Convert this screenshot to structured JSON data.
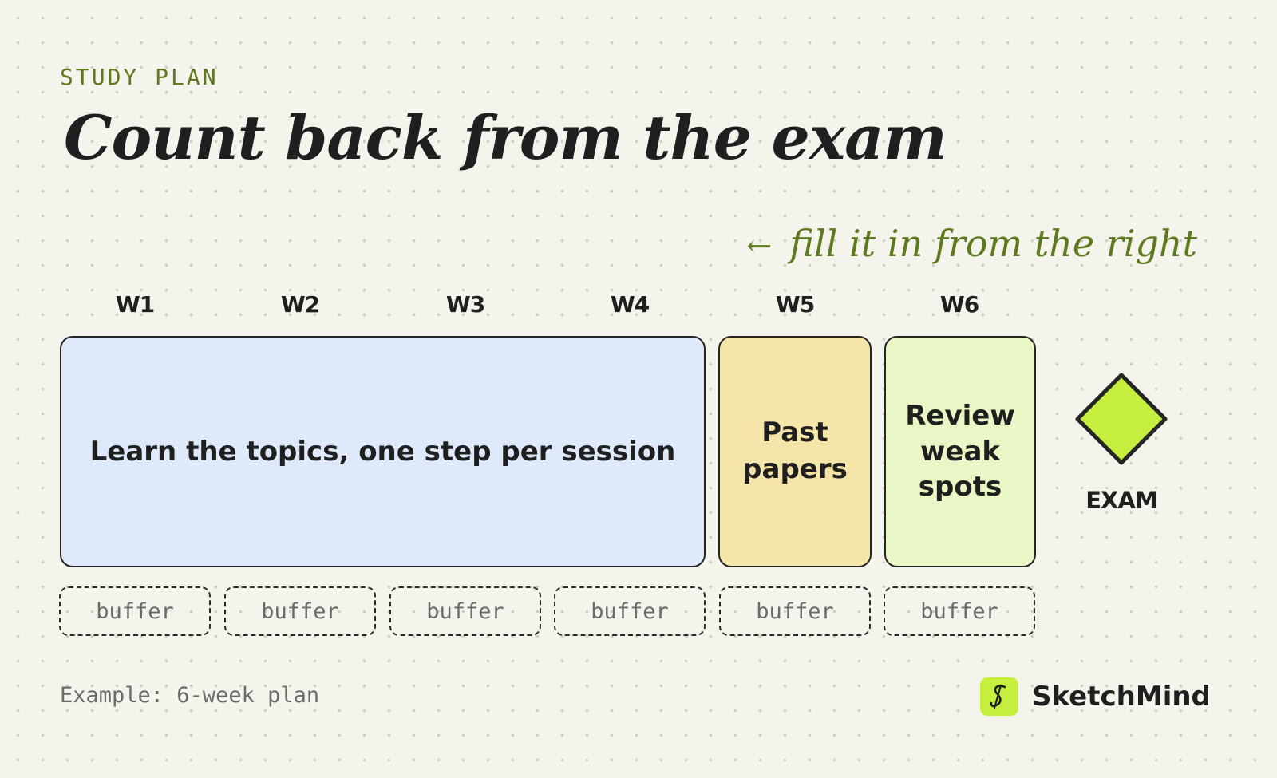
{
  "header": {
    "eyebrow": "STUDY PLAN",
    "title": "Count back from the exam",
    "hint": "fill it in from the right",
    "hint_arrow": "←"
  },
  "weeks": [
    "W1",
    "W2",
    "W3",
    "W4",
    "W5",
    "W6"
  ],
  "blocks": {
    "learn": "Learn the topics, one step per session",
    "past_papers": "Past papers",
    "review": "Review weak spots"
  },
  "buffers": [
    "buffer",
    "buffer",
    "buffer",
    "buffer",
    "buffer",
    "buffer"
  ],
  "exam": {
    "label": "EXAM",
    "color": "#c6ef3f"
  },
  "footer": {
    "note": "Example: 6-week plan",
    "brand": "SketchMind",
    "brand_color": "#c6ef3f"
  },
  "colors": {
    "learn": "#deeaf9",
    "past_papers": "#f6e5a8",
    "review": "#e9f7c6",
    "accent_text": "#5e7a1f"
  }
}
